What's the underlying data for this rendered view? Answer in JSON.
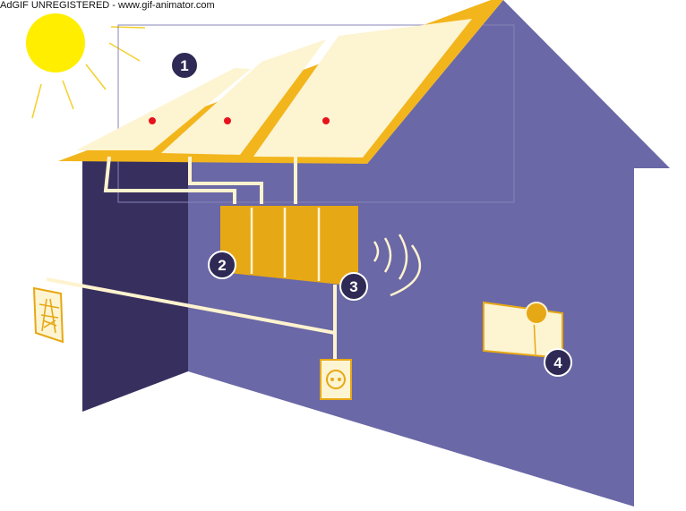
{
  "watermark": "AdGIF UNREGISTERED - www.gif-animator.com",
  "callouts": [
    "1",
    "2",
    "3",
    "4"
  ],
  "icons": {
    "sun": "sun-icon",
    "pylon": "power-pylon-icon",
    "socket": "power-socket-icon",
    "wireless": "wireless-signal-icon",
    "meter": "display-meter-icon"
  },
  "colors": {
    "sky": "#ffffff",
    "sun": "#ffee00",
    "roof": "#f2b51c",
    "panel": "#fdf4d2",
    "panel_dot": "#e8121c",
    "front_wall": "#6a68a6",
    "side_wall": "#37305f",
    "inverter": "#e7a815",
    "wire": "#fff3cf",
    "badge": "#2e2a55"
  }
}
